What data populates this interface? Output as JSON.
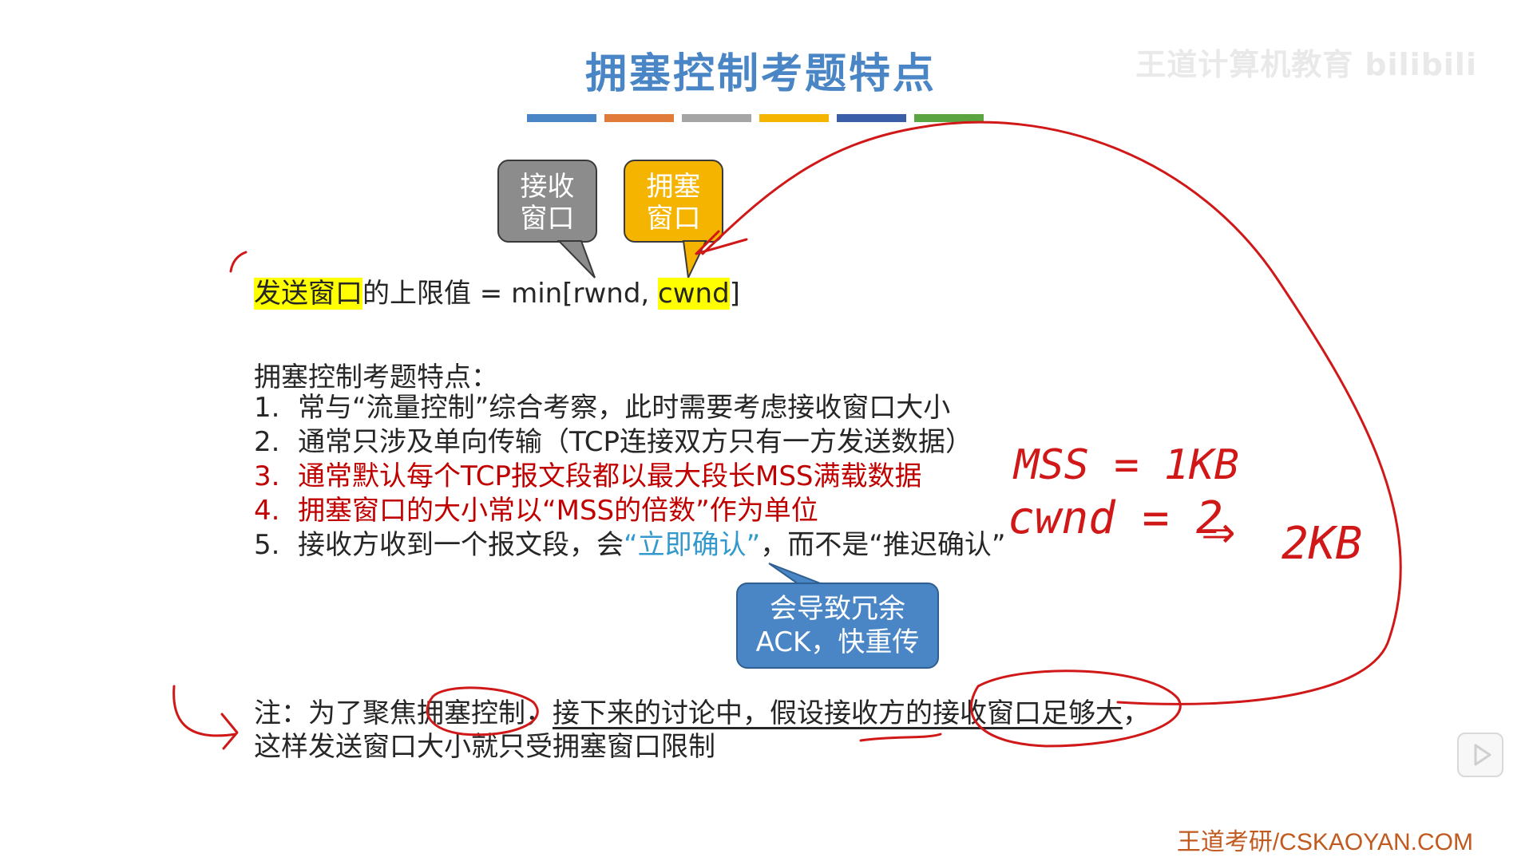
{
  "slide": {
    "title": "拥塞控制考题特点",
    "watermark": "王道计算机教育 bilibili",
    "color_bars": [
      "#4a86c5",
      "#e07b39",
      "#a5a5a5",
      "#f5b400",
      "#3a5fa8",
      "#5aa441"
    ],
    "callouts": {
      "rwnd": {
        "line1": "接收",
        "line2": "窗口"
      },
      "cwnd": {
        "line1": "拥塞",
        "line2": "窗口"
      },
      "ack": {
        "line1": "会导致冗余",
        "line2": "ACK，快重传"
      }
    },
    "formula": {
      "highlight_left": "发送窗口",
      "middle": "的上限值 = min[rwnd, ",
      "highlight_right": "cwnd",
      "end": "]"
    },
    "features_title": "拥塞控制考题特点：",
    "features": [
      {
        "num": "1.",
        "text": "常与“流量控制”综合考察，此时需要考虑接收窗口大小"
      },
      {
        "num": "2.",
        "text": "通常只涉及单向传输（TCP连接双方只有一方发送数据）"
      },
      {
        "num": "3.",
        "text": "通常默认每个TCP报文段都以最大段长MSS满载数据"
      },
      {
        "num": "4.",
        "text": "拥塞窗口的大小常以“MSS的倍数”作为单位"
      },
      {
        "num": "5.",
        "pre": "接收方收到一个报文段，会",
        "blue": "“立即确认”",
        "post": "，而不是“推迟确认”"
      }
    ],
    "note": {
      "prefix": "注：为了聚焦拥塞控制，",
      "underlined": "接下来的讨论中，假设接收方的接收窗口足够大",
      "suffix": "，",
      "line2": "这样发送窗口大小就只受拥塞窗口限制"
    },
    "handwriting": {
      "line1": "MSS = 1KB",
      "line2": "cwnd = 2",
      "arrow": "⇒",
      "result": "2KB"
    },
    "footer": "王道考研/CSKAOYAN.COM",
    "colors": {
      "accent_blue": "#4a86c5",
      "red_text": "#c00000",
      "ink": "#d01818",
      "highlight": "#ffff00"
    }
  }
}
